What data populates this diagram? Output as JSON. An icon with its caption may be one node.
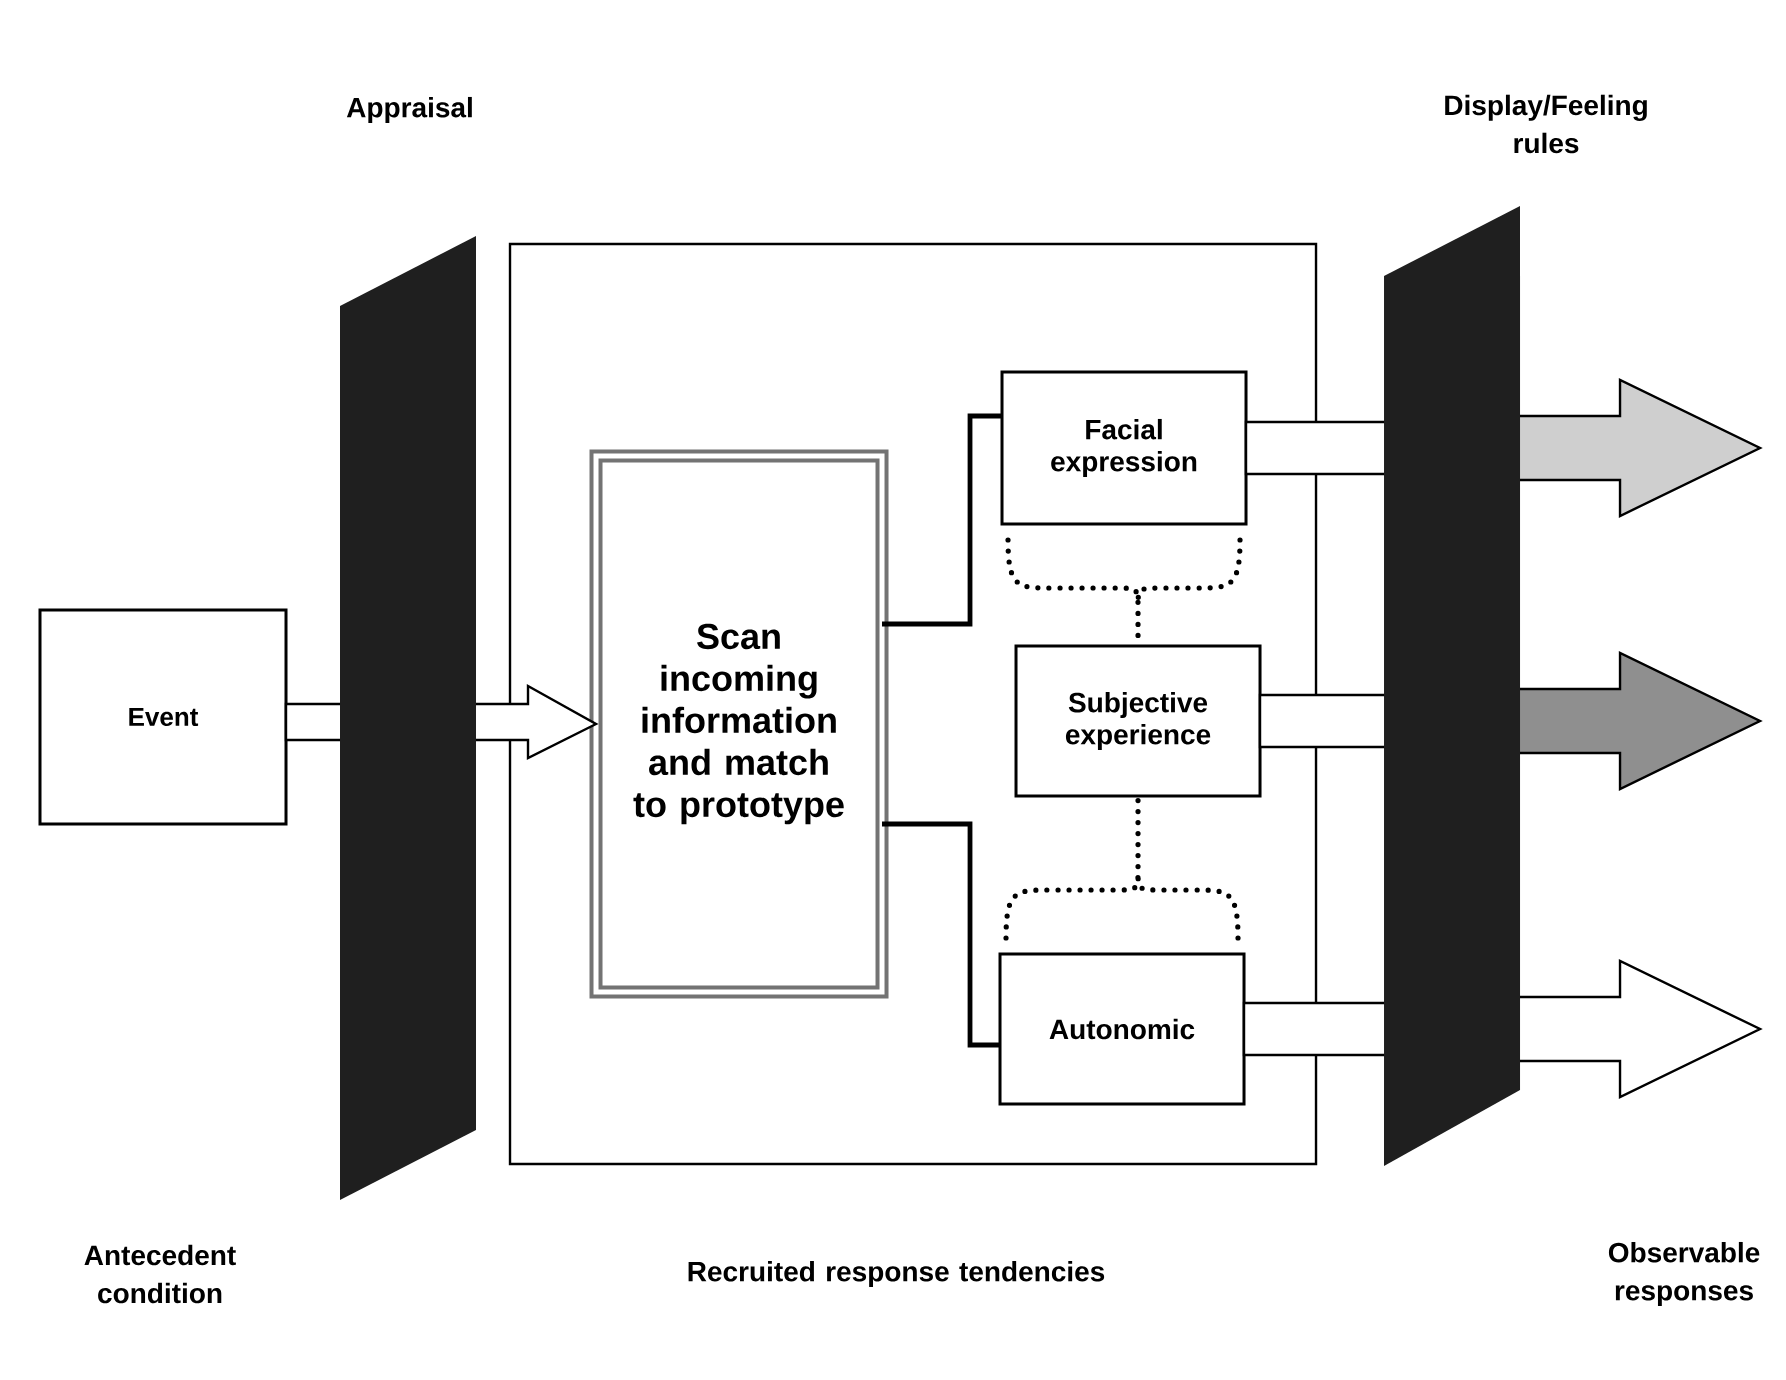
{
  "diagram": {
    "nodes": [
      {
        "text": [
          "Event"
        ]
      },
      {
        "text": [],
        "shape": "box"
      },
      {
        "text": [
          "Scan incoming information and match to prototype"
        ],
        "in": 1
      },
      {
        "text": [
          "Facial expression"
        ],
        "in": 1
      },
      {
        "text": [
          "Subjective experience"
        ],
        "in": 1
      },
      {
        "text": [
          "Autonomic"
        ],
        "in": 1
      }
    ],
    "edges": [
      {
        "from": 0,
        "to": 2,
        "arrow": "to"
      },
      {
        "from": 2,
        "to": 3,
        "arrow": "none"
      },
      {
        "from": 2,
        "to": 5,
        "arrow": "none"
      },
      {
        "from": 3,
        "to": 4,
        "arrow": "none",
        "style": "dashed"
      },
      {
        "from": 5,
        "to": 4,
        "arrow": "none",
        "style": "dashed"
      },
      {
        "from": 3,
        "to": null,
        "arrow": "to",
        "color": "#cfcfcf"
      },
      {
        "from": 4,
        "to": null,
        "arrow": "to",
        "color": "#8f8f8f"
      },
      {
        "from": 5,
        "to": null,
        "arrow": "to",
        "color": "#ffffff"
      }
    ],
    "labels": [
      "Appraisal",
      "Display/Feeling rules",
      "Antecedent condition",
      "Recruited response tendencies",
      "Observable responses"
    ]
  }
}
